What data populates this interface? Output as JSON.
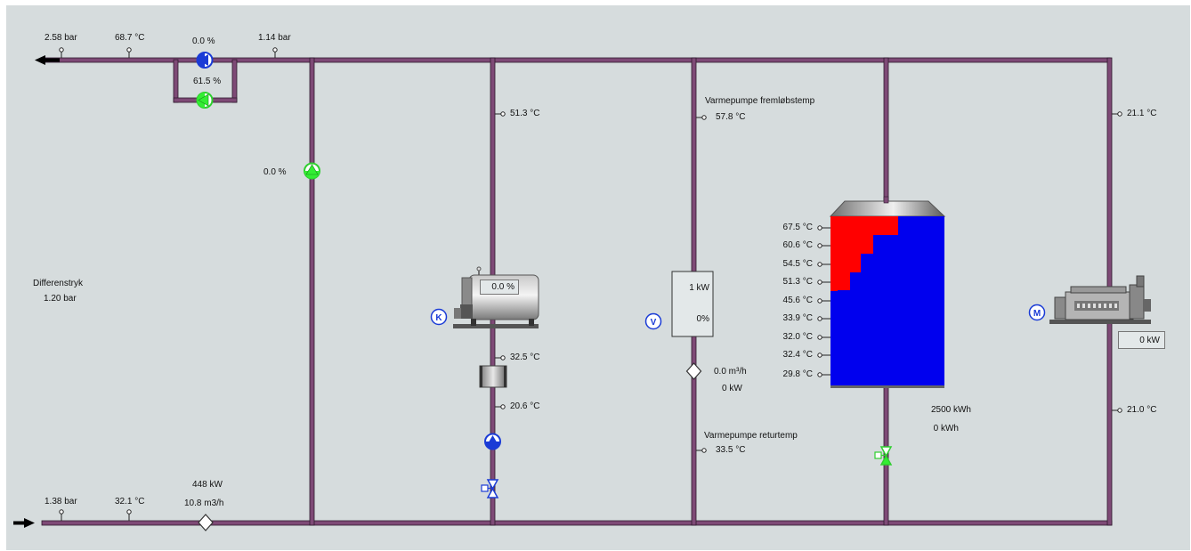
{
  "colors": {
    "background": "#d6dcdd",
    "pipe_fill": "#7e4a76",
    "pipe_edge": "#2e1a2e",
    "pump_active": "#33ee33",
    "pump_inactive": "#1a3bd6",
    "tank_hot": "#ff0000",
    "tank_cold": "#0000ee"
  },
  "supply": {
    "pressure": "2.58 bar",
    "temperature": "68.7 °C",
    "main_pump_speed": "0.0 %",
    "bypass_pump_speed": "61.5 %",
    "pressure_after_pump": "1.14 bar"
  },
  "return": {
    "pressure": "1.38 bar",
    "temperature": "32.1 °C",
    "power": "448 kW",
    "flow": "10.8 m3/h"
  },
  "differential": {
    "label": "Differenstryk",
    "value": "1.20 bar"
  },
  "bypass_pump": {
    "speed": "0.0 %"
  },
  "boiler": {
    "badge": "K",
    "load": "0.0 %",
    "supply_temp": "51.3 °C",
    "outlet_temp": "32.5 °C",
    "return_temp": "20.6 °C"
  },
  "heat_pump": {
    "badge": "V",
    "supply_label": "Varmepumpe fremløbstemp",
    "supply_temp": "57.8 °C",
    "power": "1 kW",
    "load": "0%",
    "flow": "0.0 m³/h",
    "flow_power": "0 kW",
    "return_label": "Varmepumpe returtemp",
    "return_temp": "33.5 °C"
  },
  "tank": {
    "temperatures": [
      "67.5 °C",
      "60.6 °C",
      "54.5 °C",
      "51.3 °C",
      "45.6 °C",
      "33.9 °C",
      "32.0 °C",
      "32.4 °C",
      "29.8 °C"
    ],
    "capacity": "2500 kWh",
    "stored": "0 kWh"
  },
  "engine": {
    "badge": "M",
    "power": "0 kW",
    "supply_temp": "21.1 °C",
    "return_temp": "21.0 °C"
  }
}
